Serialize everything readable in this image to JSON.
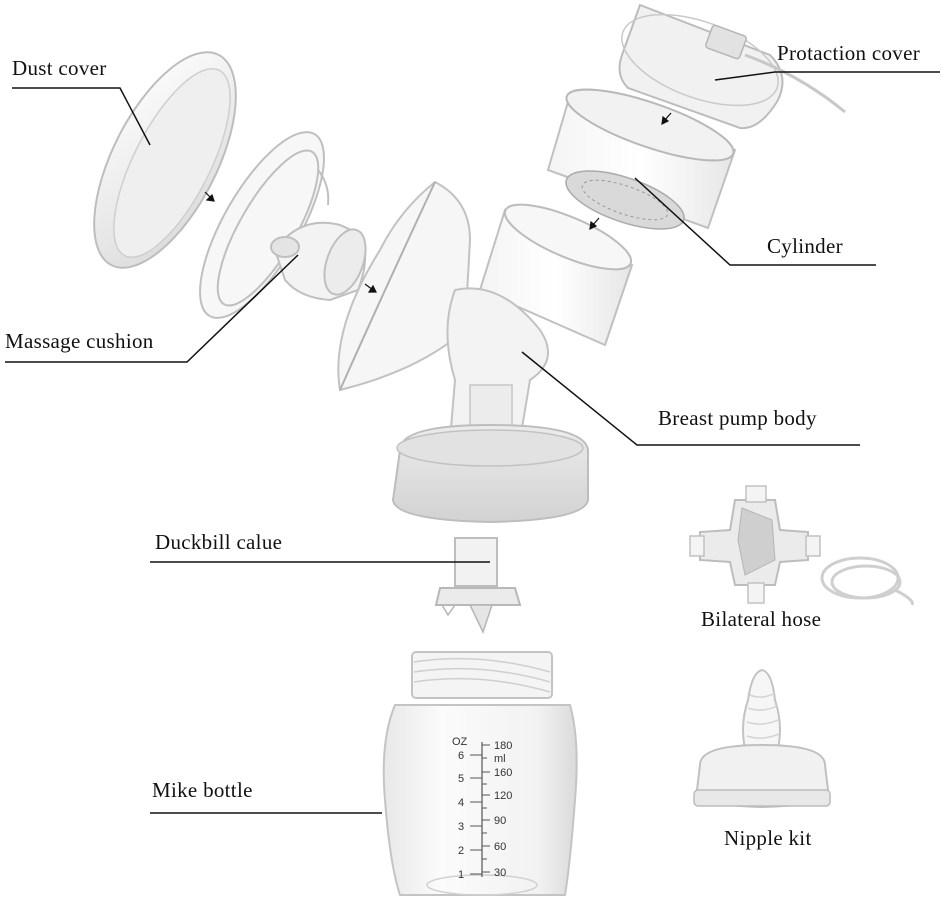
{
  "labels": {
    "dust_cover": "Dust cover",
    "protaction_cover": "Protaction cover",
    "cylinder": "Cylinder",
    "massage_cushion": "Massage cushion",
    "breast_pump_body": "Breast pump body",
    "duckbill_calue": "Duckbill calue",
    "bilateral_hose": "Bilateral hose",
    "mike_bottle": "Mike bottle",
    "nipple_kit": "Nipple kit"
  },
  "bottle_scale": {
    "oz_unit": "OZ",
    "ml_unit": "ml",
    "oz_marks": [
      "6",
      "5",
      "4",
      "3",
      "2",
      "1"
    ],
    "ml_marks": [
      "180",
      "160",
      "120",
      "90",
      "60",
      "30"
    ]
  },
  "colors": {
    "line": "#111111",
    "part_fill": "#e9e9e9",
    "part_stroke": "#b8b8b8",
    "clear_stroke": "#c4c4c4",
    "base_fill": "#dcdcdc"
  }
}
